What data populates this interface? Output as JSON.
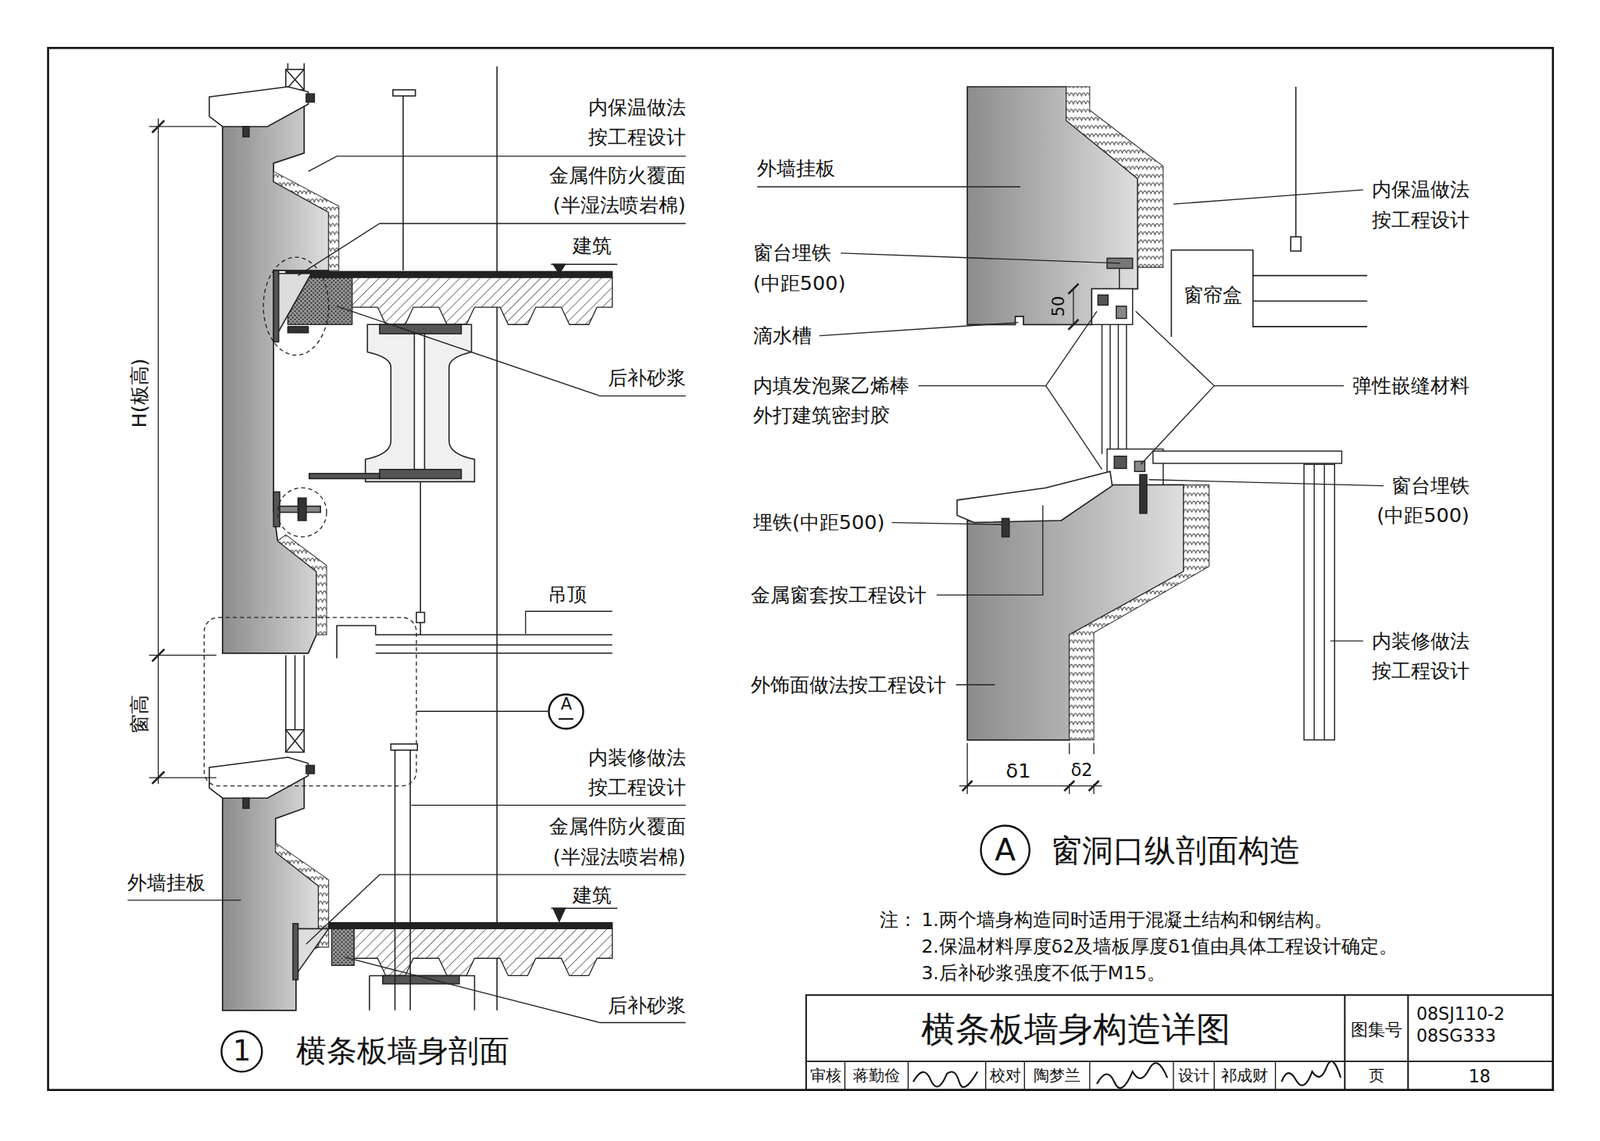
{
  "diagram": {
    "title": "横条板墙身构造详图",
    "nodes": [
      {
        "text": [
          "A"
        ]
      },
      {
        "text": [
          "1",
          "横条板墙身剖面"
        ]
      },
      {
        "text": [
          "A",
          "窗洞口纵剖面构造"
        ]
      }
    ],
    "labels": [
      "内保温做法 按工程设计",
      "金属件防火覆面 (半湿法喷岩棉)",
      "建筑",
      "H(板高)",
      "后补砂浆",
      "吊顶",
      "窗高",
      "内装修做法 按工程设计",
      "金属件防火覆面 (半湿法喷岩棉)",
      "外墙挂板",
      "建筑",
      "后补砂浆",
      "外墙挂板",
      "窗台埋铁 (中距500)",
      "50",
      "滴水槽",
      "内填发泡聚乙烯棒 外打建筑密封胶",
      "埋铁(中距500)",
      "金属窗套按工程设计",
      "外饰面做法按工程设计",
      "内保温做法 按工程设计",
      "窗帘盒",
      "弹性嵌缝材料",
      "窗台埋铁 (中距500)",
      "内装修做法 按工程设计",
      "δ1",
      "δ2",
      "注：",
      "1.两个墙身构造同时适用于混凝土结构和钢结构。",
      "2.保温材料厚度δ2及墙板厚度δ1值由具体工程设计确定。",
      "3.后补砂浆强度不低于M15。",
      "图集号",
      "08SJ110-2 08SG333",
      "审核",
      "蒋勤俭",
      "校对",
      "陶梦兰",
      "设计",
      "祁成财",
      "页",
      "18"
    ]
  }
}
